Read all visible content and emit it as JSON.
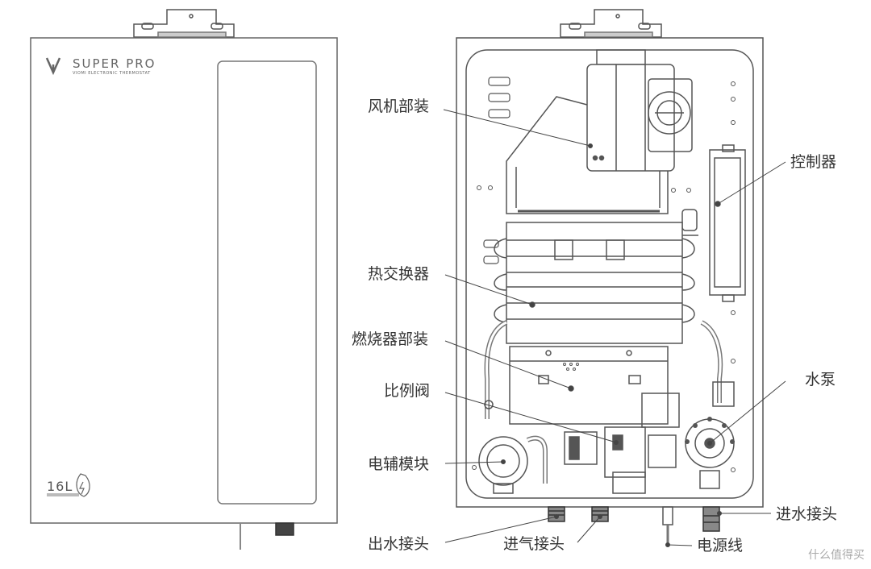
{
  "front": {
    "brand": "SUPER PRO",
    "brand_sub": "VIOMI ELECTRONIC THERMOSTAT",
    "capacity": "16L"
  },
  "labels": {
    "fan": "风机部装",
    "controller": "控制器",
    "heat_exchanger": "热交换器",
    "burner": "燃烧器部装",
    "prop_valve": "比例阀",
    "pump": "水泵",
    "heater": "电辅模块",
    "water_in": "进水接头",
    "water_out": "出水接头",
    "gas_in": "进气接头",
    "power": "电源线"
  },
  "watermark": "什么值得买"
}
